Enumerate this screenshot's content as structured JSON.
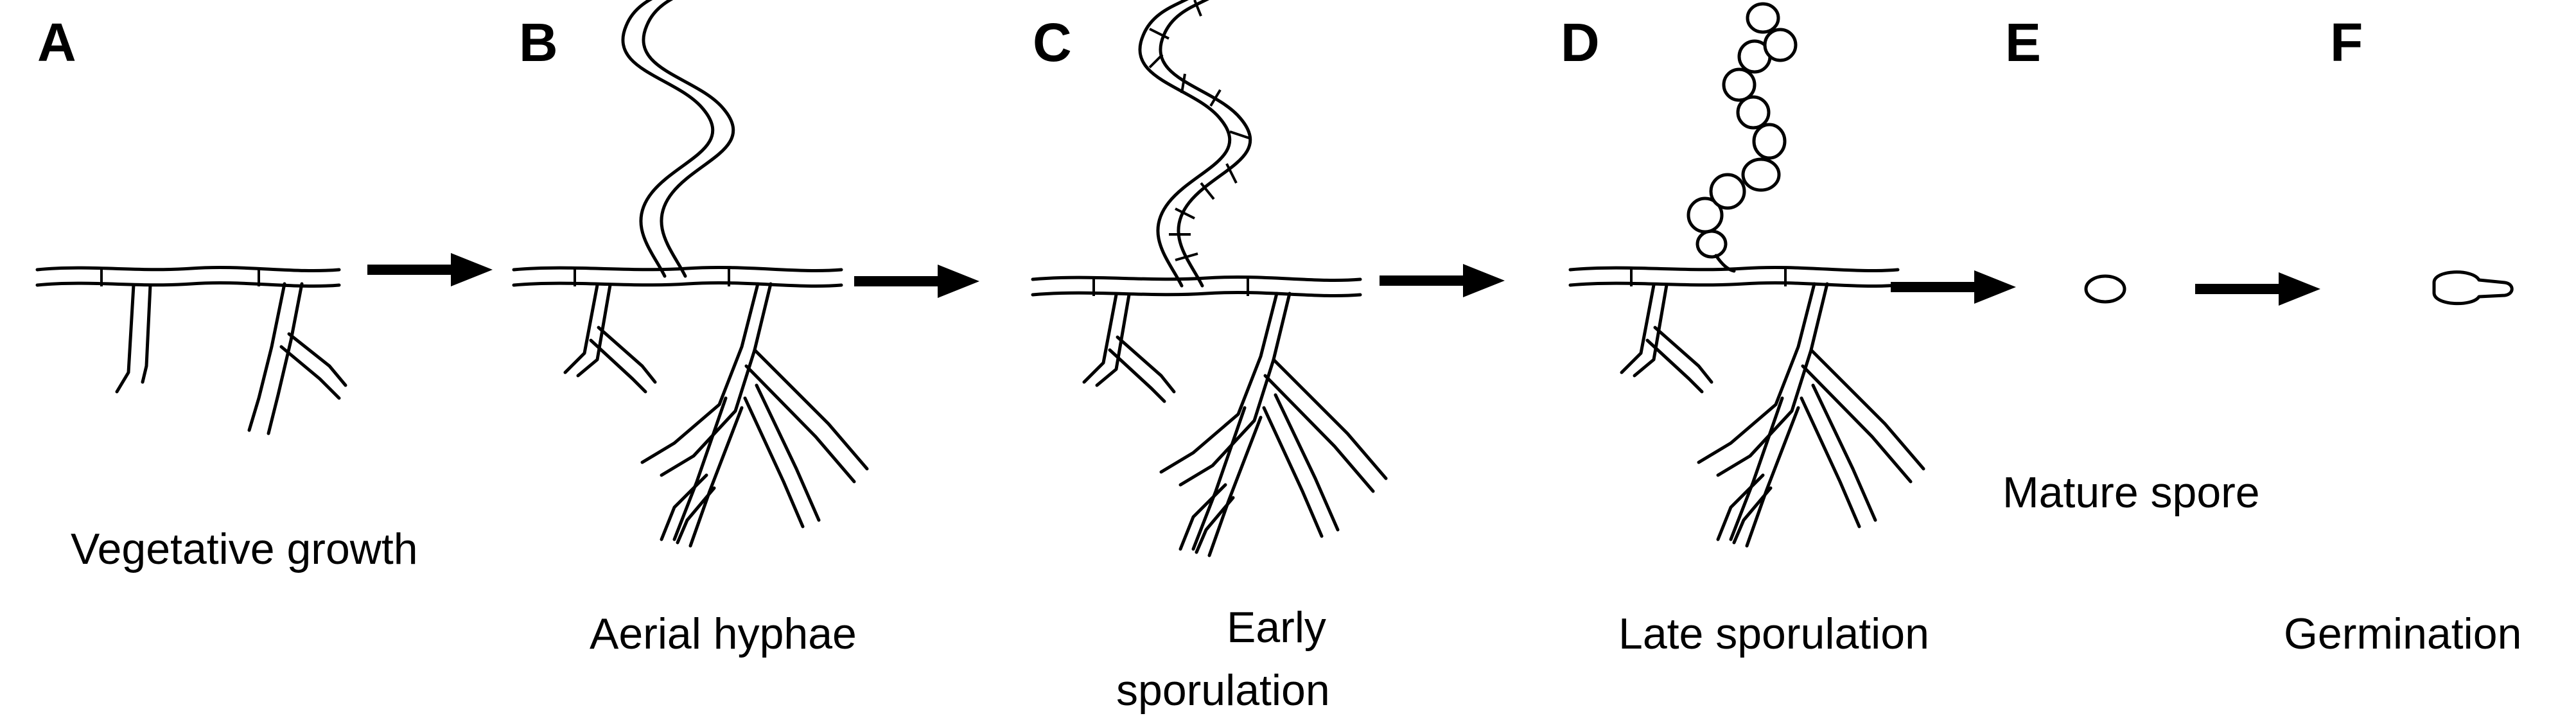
{
  "figure": {
    "panels": [
      {
        "letter": "A",
        "caption_lines": [
          "Vegetative growth"
        ]
      },
      {
        "letter": "B",
        "caption_lines": [
          "Aerial hyphae"
        ]
      },
      {
        "letter": "C",
        "caption_lines": [
          "Early",
          "sporulation"
        ]
      },
      {
        "letter": "D",
        "caption_lines": [
          "Late sporulation"
        ]
      },
      {
        "letter": "E",
        "caption_lines": [
          "Mature spore"
        ]
      },
      {
        "letter": "F",
        "caption_lines": [
          "Germination"
        ]
      }
    ],
    "arrow_count": 5
  }
}
